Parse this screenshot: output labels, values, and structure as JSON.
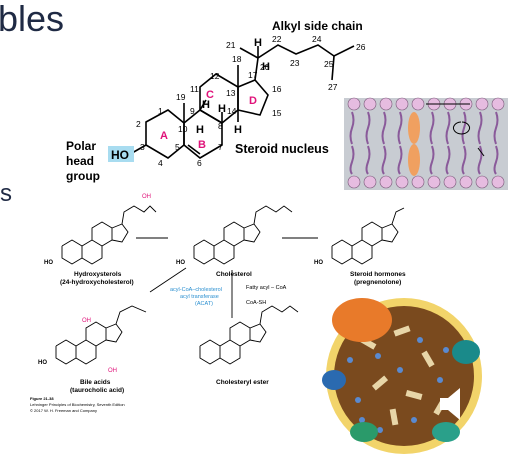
{
  "slide": {
    "title_fragment": "bles",
    "left_fragment": "s",
    "left_fragment2": ""
  },
  "steroid": {
    "alkyl_label": "Alkyl side chain",
    "nucleus_label": "Steroid nucleus",
    "polar_label_1": "Polar",
    "polar_label_2": "head",
    "polar_label_3": "group",
    "ho": "HO",
    "ring_a": "A",
    "ring_b": "B",
    "ring_c": "C",
    "ring_d": "D",
    "numbers": [
      "1",
      "2",
      "3",
      "4",
      "5",
      "6",
      "7",
      "8",
      "9",
      "10",
      "11",
      "12",
      "13",
      "14",
      "15",
      "16",
      "17",
      "18",
      "19",
      "20",
      "21",
      "22",
      "23",
      "24",
      "25",
      "26",
      "27"
    ],
    "h": "H"
  },
  "pathway": {
    "hydroxysterols_1": "Hydroxysterols",
    "hydroxysterols_2": "(24-hydroxycholesterol)",
    "cholesterol": "Cholesterol",
    "steroid_hormones_1": "Steroid hormones",
    "steroid_hormones_2": "(pregnenolone)",
    "acat_1": "acyl-CoA–cholesterol",
    "acat_2": "acyl transferase",
    "acat_3": "(ACAT)",
    "fatty_acyl": "Fatty acyl – CoA",
    "coash": "CoA-SH",
    "cholesteryl_ester": "Cholesteryl ester",
    "bile_acids_1": "Bile acids",
    "bile_acids_2": "(taurocholic acid)",
    "ho": "HO",
    "oh": "OH",
    "figure_1": "Figure 21-38",
    "figure_2": "Lehninger Principles of Biochemistry, Seventh Edition",
    "figure_3": "© 2017 W. H. Freeman and Company"
  },
  "colors": {
    "ring_pink": "#e0137a",
    "ho_box": "#a8dcf0",
    "acat_blue": "#2a8fd0",
    "lipo_core": "#7a4a1e"
  }
}
